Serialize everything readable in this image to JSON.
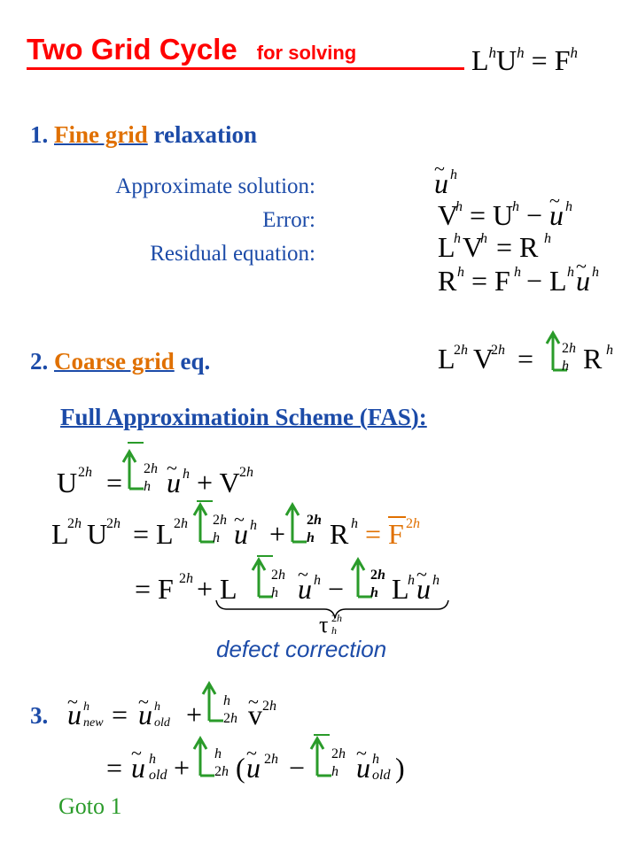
{
  "title": {
    "main": "Two Grid Cycle",
    "sub": "for solving"
  },
  "step1": {
    "number": "1.",
    "underlined": "Fine grid",
    "rest": "relaxation",
    "labels": {
      "approx": "Approximate solution:",
      "error": "Error:",
      "residual": "Residual equation:"
    }
  },
  "step2": {
    "number": "2.",
    "underlined": "Coarse grid",
    "rest": "eq."
  },
  "fas_heading": "Full Approximatioin Scheme (FAS):",
  "defect_label": "defect correction",
  "step3": {
    "number": "3."
  },
  "goto_label": "Goto 1",
  "colors": {
    "title": "#ff0000",
    "text": "#1c4ba8",
    "underlined": "#e07000",
    "arrow": "#2a9b2a"
  }
}
